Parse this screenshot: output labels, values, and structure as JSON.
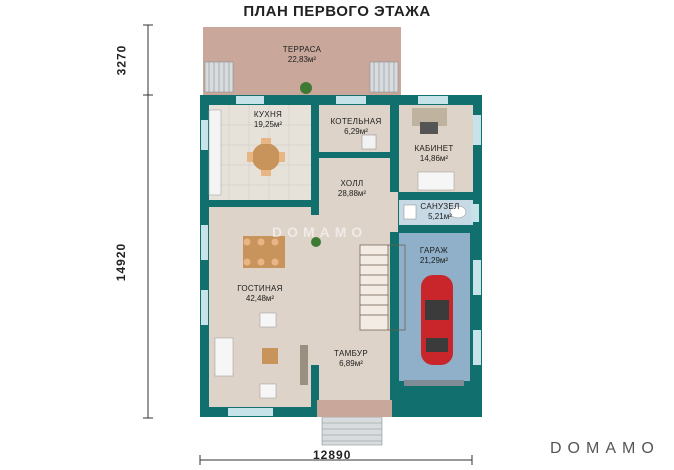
{
  "title": "ПЛАН ПЕРВОГО ЭТАЖА",
  "dimensions": {
    "terrace_depth": "3270",
    "total_length": "14920",
    "total_width": "12890"
  },
  "rooms": {
    "terrace": {
      "name": "ТЕРРАСА",
      "area": "22,83м²"
    },
    "kitchen": {
      "name": "КУХНЯ",
      "area": "19,25м²"
    },
    "boiler": {
      "name": "КОТЕЛЬНАЯ",
      "area": "6,29м²"
    },
    "office": {
      "name": "КАБИНЕТ",
      "area": "14,86м²"
    },
    "hall": {
      "name": "ХОЛЛ",
      "area": "28,88м²"
    },
    "bathroom": {
      "name": "САНУЗЕЛ",
      "area": "5,21м²"
    },
    "garage": {
      "name": "ГАРАЖ",
      "area": "21,29м²"
    },
    "living": {
      "name": "ГОСТИНАЯ",
      "area": "42,48м²"
    },
    "vestibule": {
      "name": "ТАМБУР",
      "area": "6,89м²"
    }
  },
  "watermark": "DOMAMO",
  "logo": "DOMAMO",
  "colors": {
    "wall": "#11706e",
    "floor": "#ddd3c8",
    "tile": "#e6e2da",
    "terrace": "#c9a79a",
    "garage": "#8fb0c8",
    "window": "#c7e3ea"
  }
}
